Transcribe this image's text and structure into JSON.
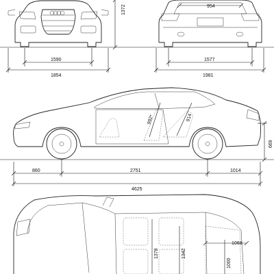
{
  "front_view": {
    "height_label": "1372",
    "track_label": "1590",
    "width_label": "1854"
  },
  "rear_view": {
    "trunk_opening_label": "954",
    "track_label": "1577",
    "width_mirrors_label": "1981"
  },
  "side_view": {
    "front_overhang_label": "860",
    "wheelbase_label": "2751",
    "rear_overhang_label": "1014",
    "length_label": "4625",
    "rear_height_label": "669",
    "front_seat_label": "992*",
    "rear_seat_label": "914"
  },
  "top_view": {
    "front_interior_width_label": "1378",
    "rear_interior_width_label": "1342",
    "trunk_width_label": "1000",
    "trunk_length_label": "1068"
  }
}
